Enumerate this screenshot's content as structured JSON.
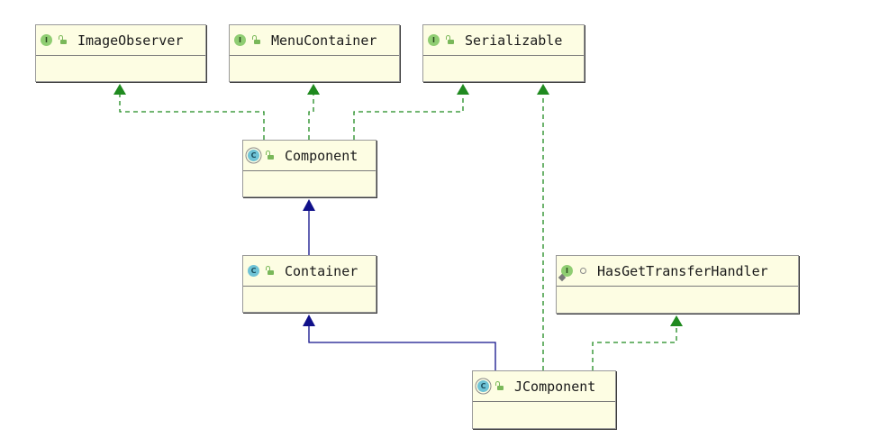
{
  "diagram": {
    "nodes": [
      {
        "id": "imageobserver",
        "label": "ImageObserver",
        "kind": "I"
      },
      {
        "id": "menucontainer",
        "label": "MenuContainer",
        "kind": "I"
      },
      {
        "id": "serializable",
        "label": "Serializable",
        "kind": "I"
      },
      {
        "id": "component",
        "label": "Component",
        "kind": "C"
      },
      {
        "id": "container",
        "label": "Container",
        "kind": "C"
      },
      {
        "id": "hasgettransferhandler",
        "label": "HasGetTransferHandler",
        "kind": "I"
      },
      {
        "id": "jcomponent",
        "label": "JComponent",
        "kind": "C"
      }
    ],
    "edges": [
      {
        "from": "component",
        "to": "imageobserver",
        "type": "implements"
      },
      {
        "from": "component",
        "to": "menucontainer",
        "type": "implements"
      },
      {
        "from": "component",
        "to": "serializable",
        "type": "implements"
      },
      {
        "from": "container",
        "to": "component",
        "type": "extends"
      },
      {
        "from": "jcomponent",
        "to": "container",
        "type": "extends"
      },
      {
        "from": "jcomponent",
        "to": "serializable",
        "type": "implements"
      },
      {
        "from": "jcomponent",
        "to": "hasgettransferhandler",
        "type": "implements"
      }
    ],
    "colors": {
      "implements": "#1f8a1f",
      "extends": "#10108a",
      "node_fill": "#fdfde3",
      "interface_badge": "#8fcd72",
      "class_badge": "#6fc3d6"
    }
  }
}
